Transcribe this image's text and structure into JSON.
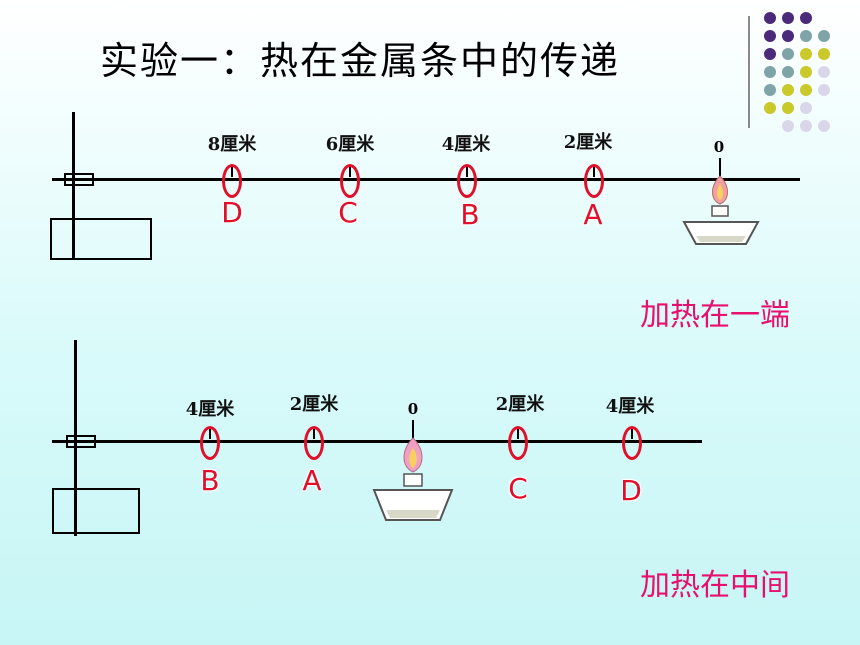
{
  "title": "实验一：热在金属条中的传递",
  "top": {
    "marks": [
      {
        "distance": "8厘米",
        "letter": "D"
      },
      {
        "distance": "6厘米",
        "letter": "C"
      },
      {
        "distance": "4厘米",
        "letter": "B"
      },
      {
        "distance": "2厘米",
        "letter": "A"
      }
    ],
    "zero": "0",
    "caption": "加热在一端"
  },
  "bottom": {
    "left_marks": [
      {
        "distance": "4厘米",
        "letter": "B"
      },
      {
        "distance": "2厘米",
        "letter": "A"
      }
    ],
    "right_marks": [
      {
        "distance": "2厘米",
        "letter": "C"
      },
      {
        "distance": "4厘米",
        "letter": "D"
      }
    ],
    "zero": "0",
    "caption": "加热在中间"
  },
  "colors": {
    "accent_red": "#e0102a",
    "caption_pink": "#e8106e",
    "dot_purple": "#4b2a7a",
    "dot_teal": "#7fa4a8",
    "dot_yellow": "#c9c92a",
    "dot_lilac": "#d9d6ea"
  }
}
